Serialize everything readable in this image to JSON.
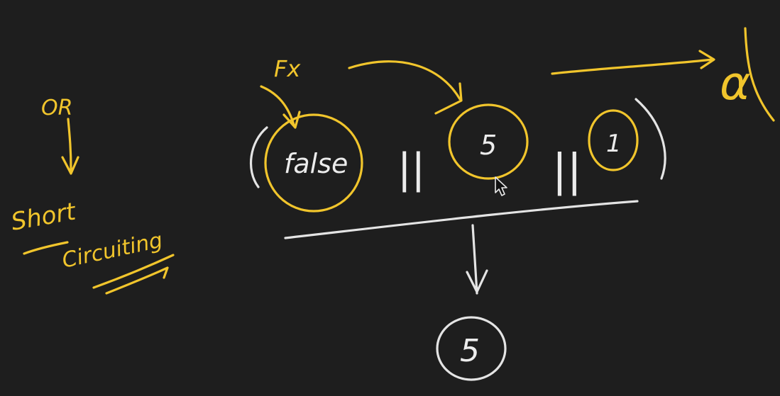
{
  "notes": {
    "or_label": "OR",
    "short_label": "Short",
    "circuiting_label": "Circuiting",
    "falsy_label": "Fx",
    "false_value": "false",
    "or_operator_1": "||",
    "five_value": "5",
    "or_operator_2": "||",
    "one_value": "1",
    "alpha_label": "α",
    "result_value": "5"
  },
  "colors": {
    "background": "#1e1e1e",
    "yellow_ink": "#f1c52c",
    "white_ink": "#e4e4e4"
  }
}
